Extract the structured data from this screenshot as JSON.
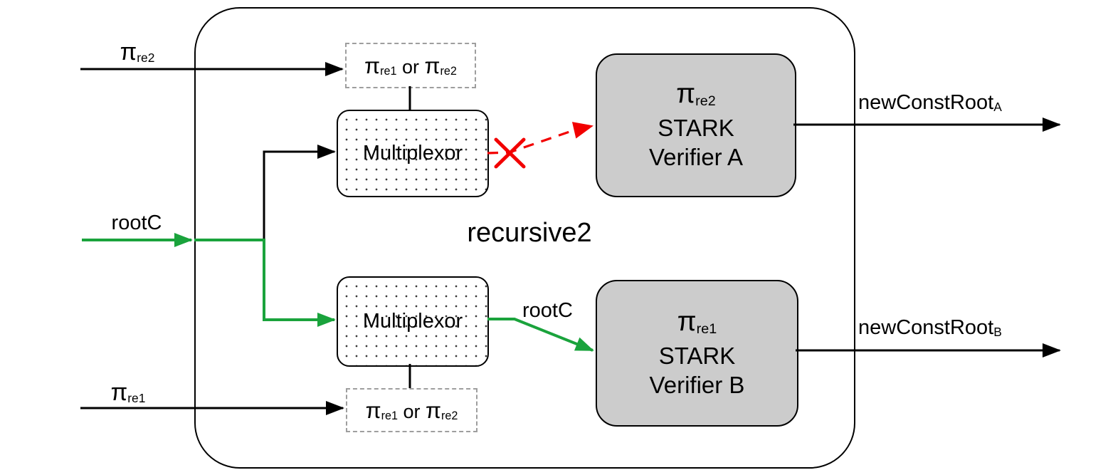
{
  "colors": {
    "green": "#1aa33c",
    "red": "#f20000",
    "black": "#000000",
    "verifier_fill": "#cccccc",
    "dashed_border": "#9e9e9e"
  },
  "container": {
    "label": "recursive2"
  },
  "inputs": {
    "pi_re2": {
      "pi": "π",
      "sub": "re2"
    },
    "rootc": {
      "label": "rootC"
    },
    "pi_re1": {
      "pi": "π",
      "sub": "re1"
    }
  },
  "proof_slots": {
    "top": {
      "pi1": "π",
      "sub1": "re1",
      "or": "or",
      "pi2": "π",
      "sub2": "re2"
    },
    "bottom": {
      "pi1": "π",
      "sub1": "re1",
      "or": "or",
      "pi2": "π",
      "sub2": "re2"
    }
  },
  "multiplexors": {
    "top": "Multiplexor",
    "bottom": "Multiplexor"
  },
  "verifiers": {
    "a": {
      "pi": "π",
      "sub": "re2",
      "system": "STARK",
      "title": "Verifier A"
    },
    "b": {
      "pi": "π",
      "sub": "re1",
      "system": "STARK",
      "title": "Verifier B"
    }
  },
  "edge_labels": {
    "rootc_to_verifier_b": "rootC"
  },
  "outputs": {
    "a": {
      "label": "newConstRoot",
      "sub": "A"
    },
    "b": {
      "label": "newConstRoot",
      "sub": "B"
    }
  }
}
